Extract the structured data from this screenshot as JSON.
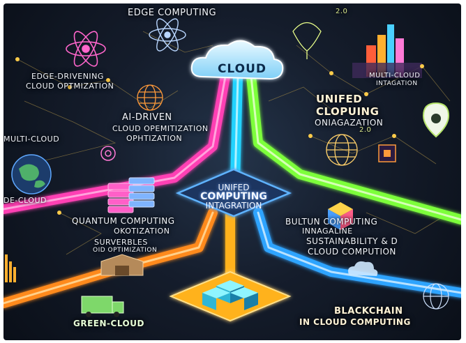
{
  "hub": {
    "label": "CLOUD",
    "center_label_1": "UNIFED",
    "center_label_2": "COMPUTING",
    "center_label_3": "INTAGRATION"
  },
  "labels": {
    "edge_computing": "EDGE COMPUTING",
    "version_top": "2.0",
    "edge_driven_1": "EDGE-DRIVENING",
    "edge_driven_2": "CLOUD OPTMIZATION",
    "ai_driven_1": "AI-DRIVEN",
    "ai_driven_2": "CLOUD OPEMITIZATION",
    "ai_driven_3": "OPHTIZATION",
    "multi_cloud": "MULTI-CLOUD",
    "de_cloud": "DE-CLOUD",
    "quantum_1": "QUANTUM COMPUTING",
    "quantum_2": "OKOTIZATION",
    "serverless_1": "SURVERBLES",
    "serverless_2": "OID OPTIMIZATION",
    "green_cloud": "GREEN-CLOUD",
    "multi_cloud_right_1": "MULTI-CLOUD",
    "multi_cloud_right_2": "INTAGATION",
    "unified_right_1": "UNIFED",
    "unified_right_2": "CLOPUING",
    "unified_right_3": "ONIAGAZATION",
    "version_right": "2.0",
    "bultun_1": "BULTUN COMPUTING",
    "bultun_2": "INNAGALINE",
    "sustain_1": "SUSTAINABILITY & D",
    "sustain_2": "CLOUD COMPUTION",
    "blockchain_1": "BLACKCHAIN",
    "blockchain_2": "IN CLOUD COMPUTING"
  },
  "colors": {
    "pink_path": "#ff3fb4",
    "cyan_path": "#23d3ff",
    "green_path": "#7dff3a",
    "orange_path": "#ff8a1e",
    "yellow_path": "#ffb21a",
    "blue_path": "#2fa4ff",
    "cloud_fill": "#bfe9ff"
  },
  "icons": [
    "atom-icon",
    "globe-icon",
    "server-stack-icon",
    "cube-block-icon",
    "truck-icon",
    "warehouse-icon",
    "city-towers-icon",
    "map-pin-icon",
    "cloud-icon",
    "gear-icon",
    "chip-icon",
    "lightbulb-icon",
    "network-node-icon"
  ]
}
